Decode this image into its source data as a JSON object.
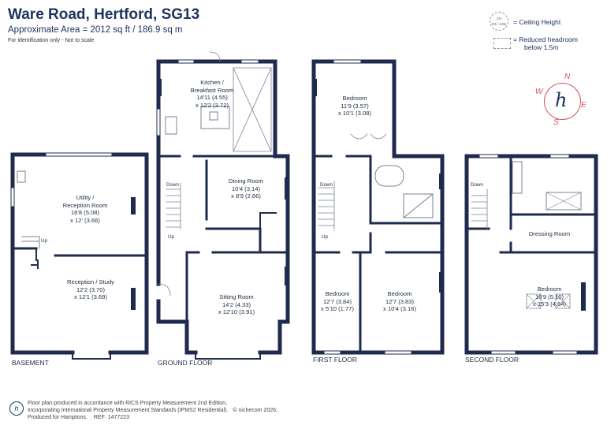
{
  "header": {
    "title": "Ware Road, Hertford, SG13",
    "area": "Approximate Area = 2012 sq ft / 186.9 sq m",
    "identification": "For identification only - Not to scale"
  },
  "legend": {
    "ch_line1": "CH",
    "ch_line2": "8'4 / 2.55",
    "ceiling_height": "= Ceiling Height",
    "reduced_headroom_1": "= Reduced headroom",
    "reduced_headroom_2": "below 1.5m"
  },
  "compass": {
    "n": "N",
    "e": "E",
    "s": "S",
    "w": "W",
    "glyph": "h"
  },
  "floors": {
    "basement": "BASEMENT",
    "ground": "GROUND FLOOR",
    "first": "FIRST FLOOR",
    "second": "SECOND FLOOR"
  },
  "rooms": {
    "utility": [
      "Utility /",
      "Reception Room",
      "16'8 (5.08)",
      "x 12' (3.66)"
    ],
    "reception_study": [
      "Reception / Study",
      "12'2 (3.70)",
      "x 12'1 (3.69)"
    ],
    "kitchen": [
      "Kitchen /",
      "Breakfast Room",
      "14'11 (4.55)",
      "x 12'2 (3.72)"
    ],
    "dining": [
      "Dining Room",
      "10'4 (3.14)",
      "x 8'9 (2.66)"
    ],
    "sitting": [
      "Sitting Room",
      "14'2 (4.33)",
      "x 12'10 (3.91)"
    ],
    "bedroom_ff_top": [
      "Bedroom",
      "11'9 (3.57)",
      "x 10'1 (3.08)"
    ],
    "bedroom_ff_left": [
      "Bedroom",
      "12'7 (3.84)",
      "x 5'10 (1.77)"
    ],
    "bedroom_ff_right": [
      "Bedroom",
      "12'7 (3.83)",
      "x 10'4 (3.16)"
    ],
    "dressing": [
      "Dressing Room"
    ],
    "bedroom_sf": [
      "Bedroom",
      "16'9 (5.10)",
      "x 15'3 (4.64)"
    ]
  },
  "stairs": {
    "up_basement": "Up",
    "down_ground": "Down",
    "up_ground": "Up",
    "down_first": "Down",
    "up_first": "Up",
    "down_second": "Down"
  },
  "footer": {
    "logo": "h",
    "line1": "Floor plan produced in accordance with RICS Property Measurement 2nd Edition,",
    "line2": "Incorporating International Property Measurement Standards (IPMS2 Residential).",
    "copyright": "© nichecom 2026.",
    "line3": "Produced for Hamptons.",
    "ref": "REF: 1477223"
  },
  "colors": {
    "wall": "#1f2a4f",
    "accent": "#d0555f",
    "text": "#1f3360"
  }
}
